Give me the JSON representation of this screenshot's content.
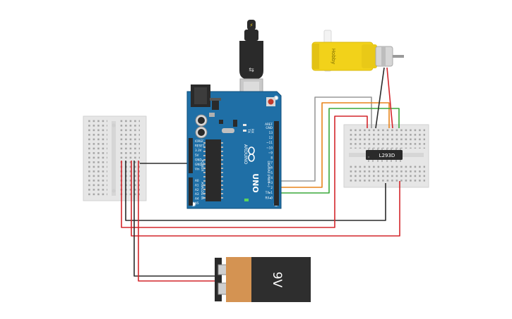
{
  "colors": {
    "background": "#ffffff",
    "board_blue": "#1f6fa6",
    "board_edge": "#0f4f7c",
    "header_black": "#2a2a2a",
    "breadboard": "#e6e6e6",
    "breadboard_hole": "#9a9a9a",
    "wire_red": "#d4262b",
    "wire_black": "#2b2b2b",
    "wire_orange": "#e8841a",
    "wire_green": "#3aa83a",
    "wire_gray": "#9a9a9a",
    "motor_yellow": "#f2d21a",
    "battery_orange": "#d49352",
    "battery_black": "#2e2e2e"
  },
  "arduino": {
    "brand": "ARDUINO",
    "model": "UNO",
    "digital_label": "DIGITAL (PWM~)",
    "power_label": "POWER",
    "analog_label": "ANALOG IN",
    "tx_label": "TX",
    "rx_label": "RX",
    "pin_aref": "AREF",
    "pin_gnd": "GND",
    "digital_pins": [
      "13",
      "12",
      "~11",
      "~10",
      "~9",
      "8",
      "7",
      "~6",
      "~5",
      "4",
      "~3",
      "2",
      "TX▸1",
      "RX◂0"
    ],
    "power_pins": [
      "IOREF",
      "RESET",
      "3.3V",
      "5V",
      "GND",
      "GND",
      "Vin"
    ],
    "analog_pins": [
      "A0",
      "A1",
      "A2",
      "A3",
      "A4",
      "A5"
    ]
  },
  "ic": {
    "label": "L293D"
  },
  "motor": {
    "label": "Hobby"
  },
  "battery": {
    "label": "9V"
  },
  "icons": {
    "usb": "usb-cable-icon",
    "power_jack": "dc-barrel-jack-icon",
    "reset": "reset-button-icon"
  }
}
